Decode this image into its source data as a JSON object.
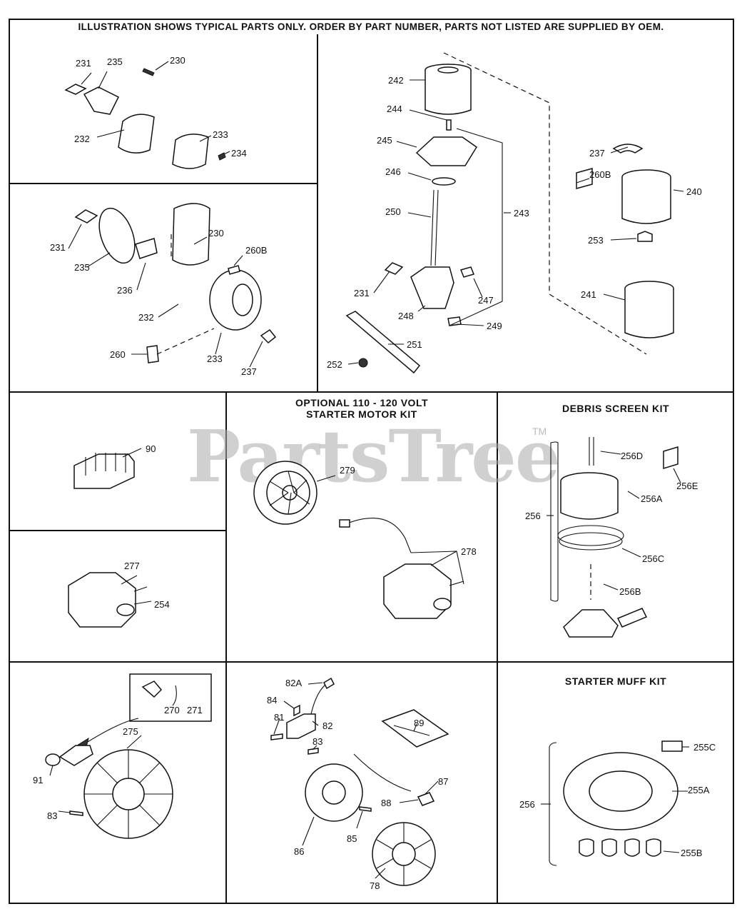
{
  "header": "ILLUSTRATION SHOWS TYPICAL PARTS ONLY. ORDER BY PART NUMBER, PARTS NOT LISTED ARE SUPPLIED BY OEM.",
  "watermark": {
    "brand": "PartsTree",
    "tm": "TM"
  },
  "kits": {
    "starter_motor_line1": "OPTIONAL 110 - 120 VOLT",
    "starter_motor_line2": "STARTER MOTOR KIT",
    "debris_screen": "DEBRIS SCREEN KIT",
    "starter_muff": "STARTER MUFF KIT"
  },
  "labels": {
    "p1": [
      "231",
      "235",
      "230",
      "232",
      "233",
      "234"
    ],
    "p2": [
      "231",
      "230",
      "235",
      "260B",
      "236",
      "232",
      "260",
      "233",
      "237"
    ],
    "p3": [
      "242",
      "244",
      "245",
      "246",
      "250",
      "243",
      "231",
      "247",
      "248",
      "249",
      "251",
      "252",
      "237",
      "260B",
      "240",
      "253",
      "241"
    ],
    "p4": [
      "90"
    ],
    "p5": [
      "277",
      "254"
    ],
    "p6": [
      "279",
      "278"
    ],
    "p7": [
      "256D",
      "256E",
      "256A",
      "256",
      "256C",
      "256B"
    ],
    "p8": [
      "270",
      "271",
      "275",
      "91",
      "83"
    ],
    "p9": [
      "82A",
      "84",
      "81",
      "82",
      "83",
      "89",
      "87",
      "88",
      "85",
      "86",
      "78"
    ],
    "p10": [
      "255C",
      "255A",
      "256",
      "255B"
    ]
  }
}
